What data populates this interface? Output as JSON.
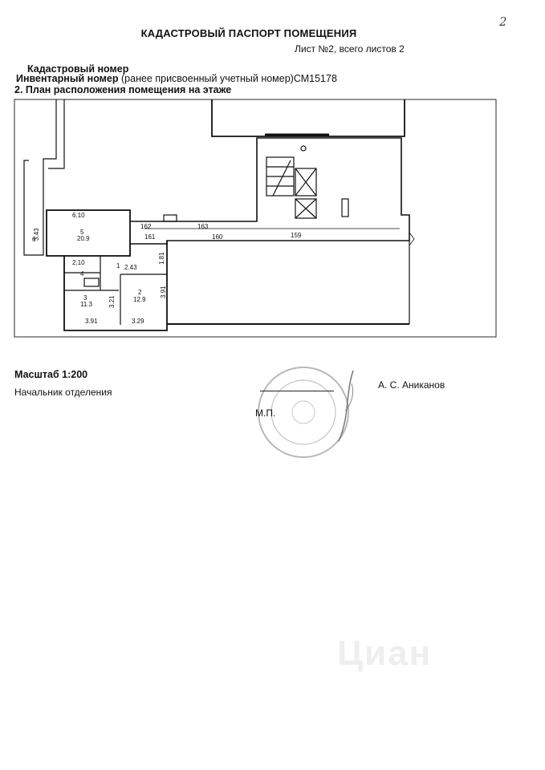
{
  "header": {
    "title": "КАДАСТРОВЫЙ ПАСПОРТ ПОМЕЩЕНИЯ",
    "sheet_info": "Лист №2, всего листов 2",
    "corner_mark": "2"
  },
  "fields": {
    "cadastral_label": "Кадастровый номер",
    "inventory_label": "Инвентарный номер",
    "inventory_note": "(ранее присвоенный учетный номер)",
    "inventory_value": "СМ15178",
    "section_title": "2. План расположения помещения на этаже"
  },
  "plan": {
    "rooms": [
      {
        "number": "5",
        "area": "20.9"
      },
      {
        "number": "4",
        "area": ""
      },
      {
        "number": "1",
        "area": ""
      },
      {
        "number": "3",
        "area": "11.3"
      },
      {
        "number": "2",
        "area": "12.9"
      },
      {
        "number": "6",
        "area": ""
      }
    ],
    "dimensions": [
      "6.10",
      "3.43",
      "2.10",
      "2.43",
      "1.81",
      "3.21",
      "3.91",
      "3.91",
      "3.29"
    ],
    "corridor_labels": [
      "162",
      "163",
      "161",
      "160",
      "159"
    ]
  },
  "footer": {
    "scale": "Масштаб 1:200",
    "position": "Начальник отделения",
    "stamp_label": "М.П.",
    "signer": "А. С. Аниканов"
  },
  "watermark": "Циан"
}
